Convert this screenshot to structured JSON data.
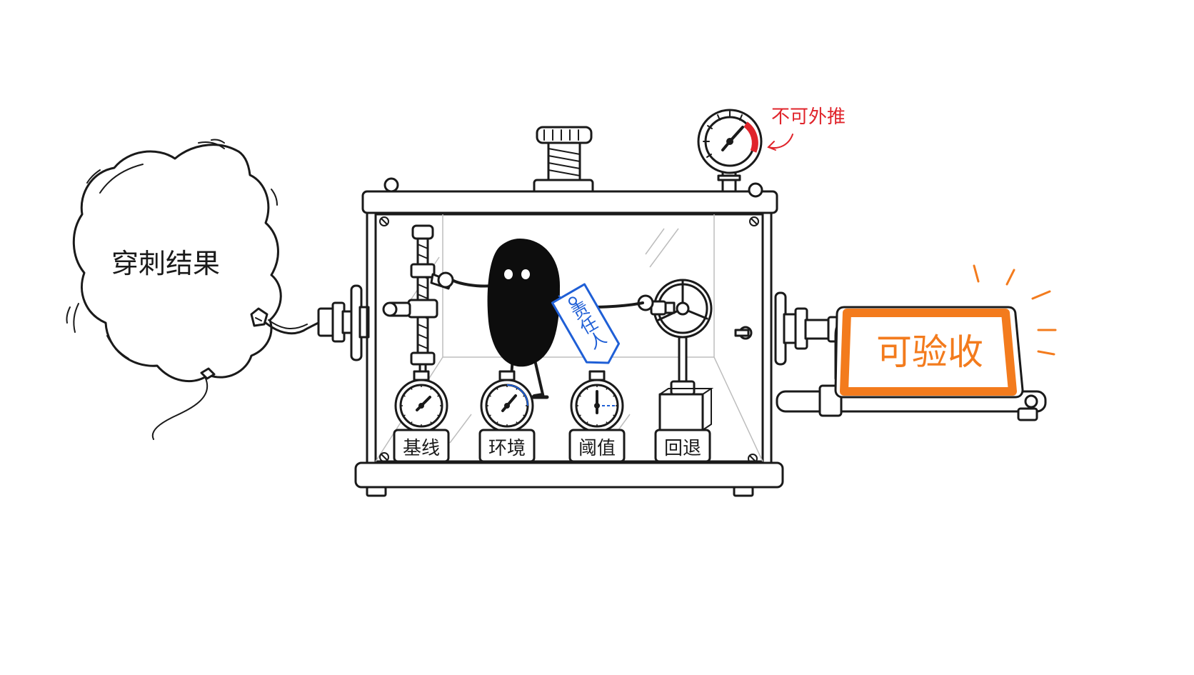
{
  "balloon": {
    "label": "穿刺结果"
  },
  "pressure_gauge": {
    "note": "不可外推",
    "note_color": "#e0242b"
  },
  "gauges": [
    {
      "label": "基线"
    },
    {
      "label": "环境"
    },
    {
      "label": "阈值"
    },
    {
      "label": "回退"
    }
  ],
  "tag": {
    "label": "责任人",
    "color": "#1f5fd6"
  },
  "screen": {
    "label": "可验收",
    "color": "#f37b1d"
  }
}
